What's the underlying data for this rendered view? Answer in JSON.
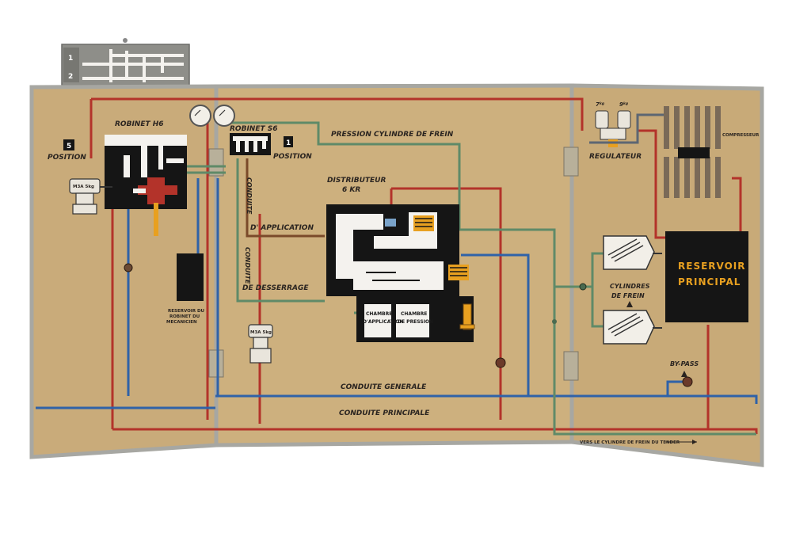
{
  "board": {
    "top_card_numbers": [
      "1",
      "2"
    ],
    "robinet_h6": "ROBINET H6",
    "robinet_s6": "ROBINET S6",
    "position_left_num": "5",
    "position_left": "POSITION",
    "position_right_num": "1",
    "position_right": "POSITION",
    "m3a_left": "M3A",
    "m3a_left_value": "5",
    "m3a_left_unit": "kg",
    "m3a_right": "M3A",
    "m3a_right_value": "5",
    "m3a_right_unit": "kg",
    "pression_cylindre": "PRESSION CYLINDRE DE FREIN",
    "distributeur_1": "DISTRIBUTEUR",
    "distributeur_2": "6 KR",
    "conduite_application_1": "CONDUITE",
    "conduite_application_2": "D' APPLICATION",
    "conduite_desserrage_1": "CONDUITE",
    "conduite_desserrage_2": "DE DESSERRAGE",
    "reservoir_robinet_1": "RESERVOIR DU",
    "reservoir_robinet_2": "ROBINET DU",
    "reservoir_robinet_3": "MECANICIEN",
    "chambre_application_1": "CHAMBRE",
    "chambre_application_2": "D'APPLICATION",
    "chambre_pression_1": "CHAMBRE",
    "chambre_pression_2": "DE PRESSION",
    "regulateur": "REGULATEUR",
    "regulateur_7": "7",
    "regulateur_9": "9",
    "kg_unit": "kg",
    "compresseur": "COMPRESSEUR",
    "reservoir_principal_1": "RESERVOIR",
    "reservoir_principal_2": "PRINCIPAL",
    "cylindres_frein_1": "CYLINDRES",
    "cylindres_frein_2": "DE FREIN",
    "by_pass": "BY-PASS",
    "conduite_generale": "CONDUITE GENERALE",
    "conduite_principale": "CONDUITE PRINCIPALE",
    "vers_cylindre": "VERS LE CYLINDRE DE FREIN DU TENDER"
  },
  "colors": {
    "board": "#c9ab7a",
    "red_pipe": "#b3332a",
    "blue_pipe": "#2f62a8",
    "green_pipe": "#5f8a68",
    "brown_pipe": "#7a4a2a",
    "frame": "#a7a7a2",
    "black": "#151515",
    "orange_accent": "#e8a020"
  }
}
